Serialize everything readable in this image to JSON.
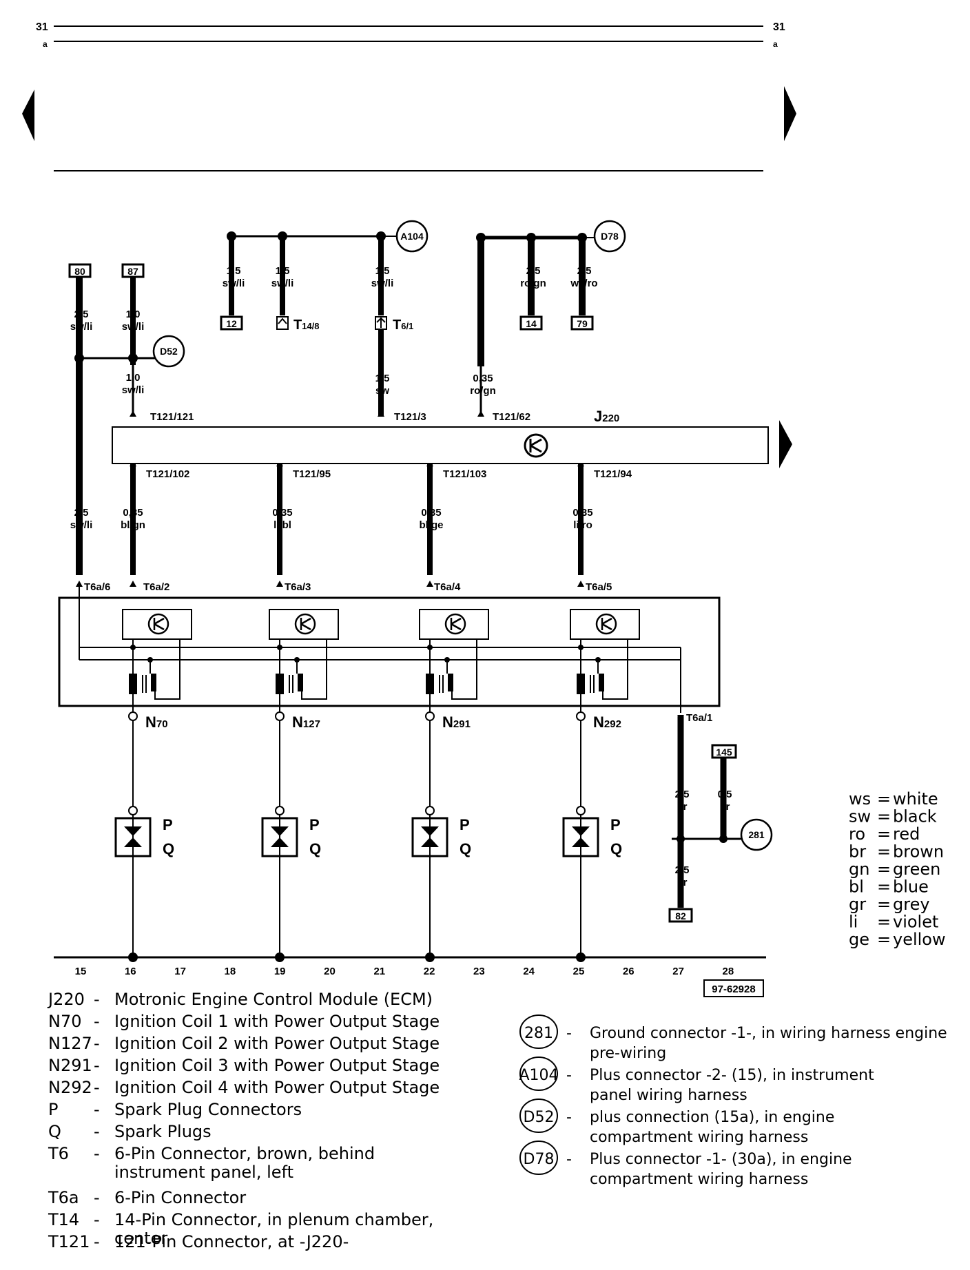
{
  "page": {
    "num_left": "31",
    "num_right": "31",
    "sub_left": "a",
    "sub_right": "a",
    "drawing_id": "97-62928"
  },
  "module": {
    "name": "J",
    "sub": "220"
  },
  "terms": {
    "t80": "80",
    "t87": "87",
    "t12": "12",
    "t14": "14",
    "t79": "79",
    "t145": "145",
    "t82": "82",
    "a104": "A104",
    "d78": "D78",
    "d52": "D52",
    "g281": "281"
  },
  "conn": {
    "t14_8": "T",
    "t14_8_sub": "14/8",
    "t6_1": "T",
    "t6_1_sub": "6/1",
    "c121_121": "T121/121",
    "c121_3": "T121/3",
    "c121_62": "T121/62",
    "c121_102": "T121/102",
    "c121_95": "T121/95",
    "c121_103": "T121/103",
    "c121_94": "T121/94",
    "c6a_6": "T6a/6",
    "c6a_2": "T6a/2",
    "c6a_3": "T6a/3",
    "c6a_4": "T6a/4",
    "c6a_5": "T6a/5",
    "c6a_1": "T6a/1"
  },
  "wires": {
    "w80": {
      "size": "2,5",
      "color": "sw/li"
    },
    "w87": {
      "size": "1,0",
      "color": "sw/li"
    },
    "w87b": {
      "size": "1,0",
      "color": "sw/li"
    },
    "w12": {
      "size": "1,5",
      "color": "sw/li"
    },
    "wt14": {
      "size": "1,5",
      "color": "sw/li"
    },
    "wt6": {
      "size": "1,5",
      "color": "sw/li"
    },
    "wt6b": {
      "size": "1,5",
      "color": "sw"
    },
    "w14": {
      "size": "2,5",
      "color": "ro/gn"
    },
    "w79": {
      "size": "2,5",
      "color": "ws/ro"
    },
    "w62": {
      "size": "0,35",
      "color": "ro/gn"
    },
    "w6": {
      "size": "2,5",
      "color": "sw/li"
    },
    "w102": {
      "size": "0,35",
      "color": "bl/gn"
    },
    "w95": {
      "size": "0,35",
      "color": "li/bl"
    },
    "w103": {
      "size": "0,35",
      "color": "bl/ge"
    },
    "w94": {
      "size": "0,35",
      "color": "li/ro"
    },
    "w1a": {
      "size": "2,5",
      "color": "br"
    },
    "w145": {
      "size": "0,5",
      "color": "br"
    },
    "w82": {
      "size": "2,5",
      "color": "br"
    }
  },
  "coils": [
    {
      "name": "N",
      "sub": "70"
    },
    {
      "name": "N",
      "sub": "127"
    },
    {
      "name": "N",
      "sub": "291"
    },
    {
      "name": "N",
      "sub": "292"
    }
  ],
  "plug_labels": {
    "p": "P",
    "q": "Q"
  },
  "tracks": [
    "15",
    "16",
    "17",
    "18",
    "19",
    "20",
    "21",
    "22",
    "23",
    "24",
    "25",
    "26",
    "27",
    "28"
  ],
  "colors_key": [
    {
      "code": "ws",
      "name": "white"
    },
    {
      "code": "sw",
      "name": "black"
    },
    {
      "code": "ro",
      "name": "red"
    },
    {
      "code": "br",
      "name": "brown"
    },
    {
      "code": "gn",
      "name": "green"
    },
    {
      "code": "bl",
      "name": "blue"
    },
    {
      "code": "gr",
      "name": "grey"
    },
    {
      "code": "li",
      "name": "violet"
    },
    {
      "code": "ge",
      "name": "yellow"
    }
  ],
  "legend": [
    {
      "code": "J220",
      "sep": "-",
      "text": "Motronic Engine Control Module (ECM)"
    },
    {
      "code": "N70",
      "sep": "-",
      "text": "Ignition Coil 1 with Power Output Stage"
    },
    {
      "code": "N127",
      "sep": "-",
      "text": "Ignition Coil 2 with Power Output Stage"
    },
    {
      "code": "N291",
      "sep": "-",
      "text": "Ignition Coil 3 with Power Output Stage"
    },
    {
      "code": "N292",
      "sep": "-",
      "text": "Ignition Coil 4 with Power Output Stage"
    },
    {
      "code": "P",
      "sep": "-",
      "text": "Spark Plug Connectors"
    },
    {
      "code": "Q",
      "sep": "-",
      "text": "Spark Plugs"
    },
    {
      "code": "T6",
      "sep": "-",
      "text": "6-Pin Connector, brown, behind instrument panel, left"
    },
    {
      "code": "T6a",
      "sep": "-",
      "text": "6-Pin Connector"
    },
    {
      "code": "T14",
      "sep": "-",
      "text": "14-Pin Connector, in plenum chamber, center"
    },
    {
      "code": "T121",
      "sep": "-",
      "text": "121-Pin Connector, at -J220-"
    }
  ],
  "legend_right": [
    {
      "code": "281",
      "sep": "-",
      "text": "Ground connector -1-, in wiring harness engine pre-wiring"
    },
    {
      "code": "A104",
      "sep": "-",
      "text": "Plus connector -2- (15), in instrument panel wiring harness"
    },
    {
      "code": "D52",
      "sep": "-",
      "text": "plus connection (15a), in engine compartment wiring harness"
    },
    {
      "code": "D78",
      "sep": "-",
      "text": "Plus connector -1- (30a), in engine compartment wiring harness"
    }
  ]
}
